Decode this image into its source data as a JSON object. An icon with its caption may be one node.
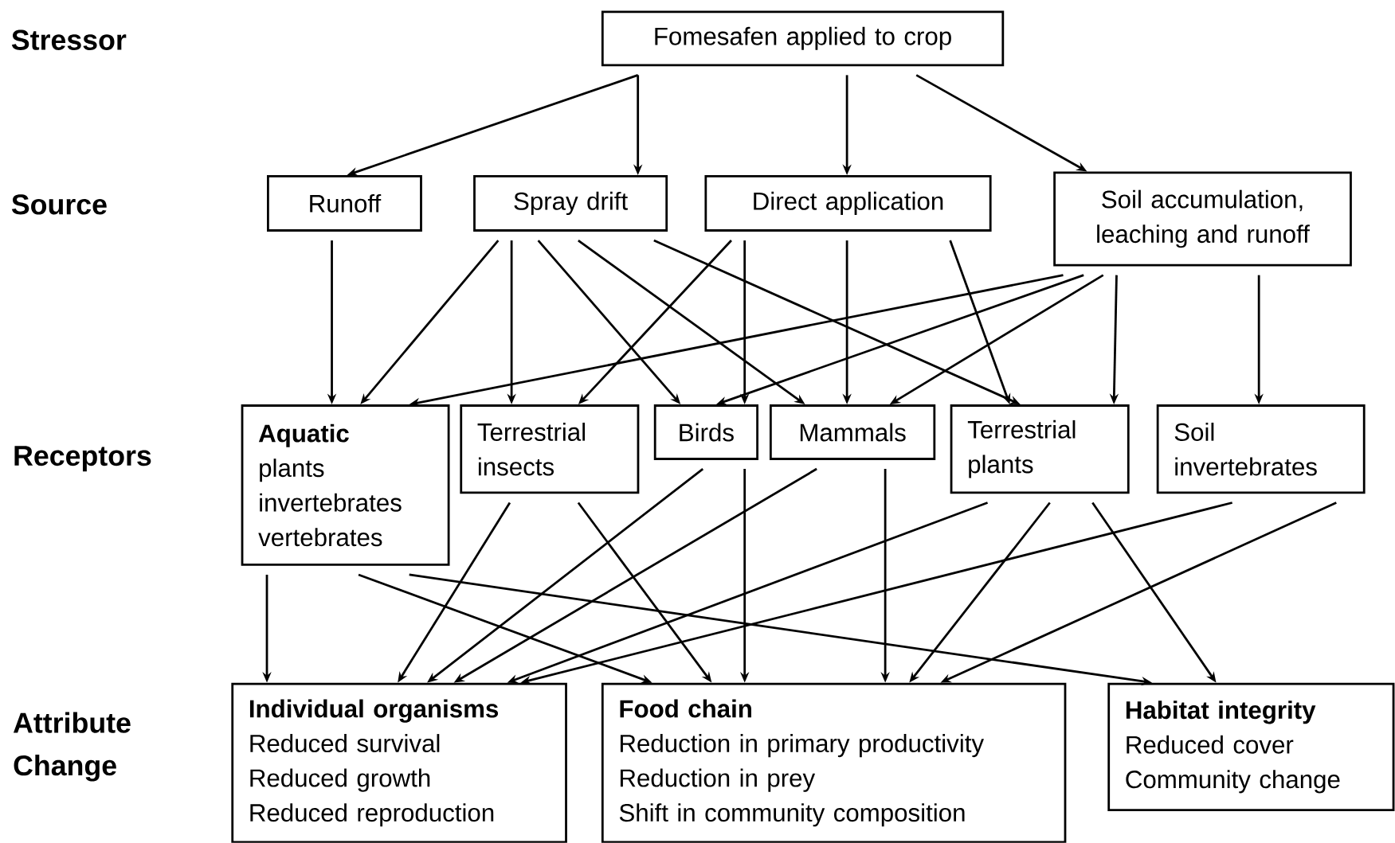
{
  "diagram": {
    "nodes": [
      {
        "text": [
          "Fomesafen applied to crop"
        ]
      },
      {
        "text": [
          "Runoff"
        ]
      },
      {
        "text": [
          "Spray drift"
        ]
      },
      {
        "text": [
          "Direct application"
        ]
      },
      {
        "text": [
          "Soil accumulation, leaching and runoff"
        ]
      },
      {
        "text": [
          "Aquatic",
          "plants",
          "invertebrates",
          "vertebrates"
        ]
      },
      {
        "text": [
          "Terrestrial insects"
        ]
      },
      {
        "text": [
          "Birds"
        ]
      },
      {
        "text": [
          "Mammals"
        ]
      },
      {
        "text": [
          "Terrestrial plants"
        ]
      },
      {
        "text": [
          "Soil invertebrates"
        ]
      },
      {
        "text": [
          "Individual organisms",
          "Reduced survival",
          "Reduced growth",
          "Reduced reproduction"
        ]
      },
      {
        "text": [
          "Food chain",
          "Reduction in primary productivity",
          "Reduction in prey",
          "Shift in community composition"
        ]
      },
      {
        "text": [
          "Habitat integrity",
          "Reduced cover",
          "Community change"
        ]
      }
    ],
    "edges": [
      {
        "from": 0,
        "to": 1,
        "arrow": "to"
      },
      {
        "from": 0,
        "to": 2,
        "arrow": "to"
      },
      {
        "from": 0,
        "to": 3,
        "arrow": "to"
      },
      {
        "from": 0,
        "to": 4,
        "arrow": "to"
      },
      {
        "from": 1,
        "to": 5,
        "arrow": "to"
      },
      {
        "from": 2,
        "to": 5,
        "arrow": "to"
      },
      {
        "from": 2,
        "to": 6,
        "arrow": "to"
      },
      {
        "from": 2,
        "to": 7,
        "arrow": "to"
      },
      {
        "from": 2,
        "to": 8,
        "arrow": "to"
      },
      {
        "from": 2,
        "to": 9,
        "arrow": "to"
      },
      {
        "from": 3,
        "to": 6,
        "arrow": "to"
      },
      {
        "from": 3,
        "to": 7,
        "arrow": "to"
      },
      {
        "from": 3,
        "to": 8,
        "arrow": "to"
      },
      {
        "from": 3,
        "to": 9,
        "arrow": "to"
      },
      {
        "from": 4,
        "to": 5,
        "arrow": "to"
      },
      {
        "from": 4,
        "to": 7,
        "arrow": "to"
      },
      {
        "from": 4,
        "to": 8,
        "arrow": "to"
      },
      {
        "from": 4,
        "to": 9,
        "arrow": "to"
      },
      {
        "from": 4,
        "to": 10,
        "arrow": "to"
      },
      {
        "from": 5,
        "to": 11,
        "arrow": "to"
      },
      {
        "from": 5,
        "to": 12,
        "arrow": "to"
      },
      {
        "from": 5,
        "to": 13,
        "arrow": "to"
      },
      {
        "from": 6,
        "to": 11,
        "arrow": "to"
      },
      {
        "from": 6,
        "to": 12,
        "arrow": "to"
      },
      {
        "from": 7,
        "to": 11,
        "arrow": "to"
      },
      {
        "from": 7,
        "to": 12,
        "arrow": "to"
      },
      {
        "from": 8,
        "to": 11,
        "arrow": "to"
      },
      {
        "from": 8,
        "to": 12,
        "arrow": "to"
      },
      {
        "from": 9,
        "to": 11,
        "arrow": "to"
      },
      {
        "from": 9,
        "to": 12,
        "arrow": "to"
      },
      {
        "from": 9,
        "to": 13,
        "arrow": "to"
      },
      {
        "from": 10,
        "to": 11,
        "arrow": "to"
      },
      {
        "from": 10,
        "to": 12,
        "arrow": "to"
      }
    ],
    "labels": [
      "Stressor",
      "Source",
      "Receptors",
      "Attribute Change"
    ]
  }
}
